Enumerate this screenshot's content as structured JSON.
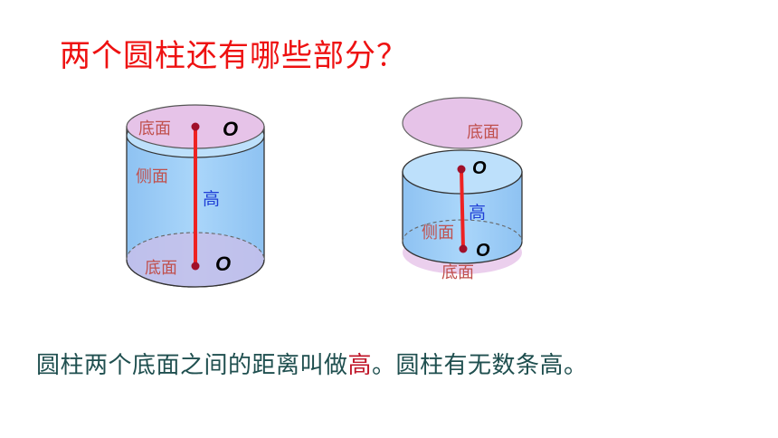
{
  "title": "两个圆柱还有哪些部分？",
  "left_cylinder": {
    "top_label": "底面",
    "side_label": "侧面",
    "height_label": "高",
    "bottom_label": "底面",
    "center_top": "O",
    "center_bottom": "O"
  },
  "right_cylinder": {
    "lid_label": "底面",
    "center_top": "O",
    "height_label": "高",
    "side_label": "侧面",
    "center_bottom": "O",
    "bottom_label": "底面"
  },
  "caption": {
    "before": "圆柱两个底面之间的距离叫做",
    "highlight": "高",
    "after": "。圆柱有无数条高。"
  },
  "colors": {
    "title": "#ee1111",
    "body_fill": "#9ccbf5",
    "top_face": "#e6c3e8",
    "height_line": "#ee2222",
    "base_label": "#c0504d",
    "height_text": "#1f3fd6",
    "caption": "#1f4f4f",
    "caption_highlight": "#c0172a"
  }
}
